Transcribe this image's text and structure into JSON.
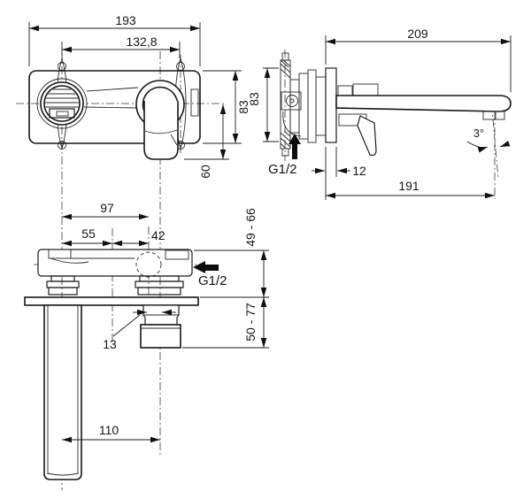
{
  "colors": {
    "line": "#1c1c1c",
    "background": "#ffffff"
  },
  "views": {
    "front": {
      "dims": {
        "overall_width": "193",
        "hole_spacing": "132,8",
        "plate_height": "83",
        "handle_drop": "60"
      }
    },
    "side": {
      "dims": {
        "spout_reach": "209",
        "plate_height": "83",
        "plate_thickness": "12",
        "outlet_distance": "191",
        "spout_angle": "3°"
      },
      "labels": {
        "inlet_thread": "G1/2"
      }
    },
    "top": {
      "dims": {
        "spout_to_valve": "97",
        "spout_to_mid": "55",
        "mid_to_valve": "42",
        "axis_offset": "13",
        "spout_to_handle": "110",
        "depth_range_in": "49 - 66",
        "depth_range_out": "50 - 77"
      },
      "labels": {
        "inlet_thread": "G1/2"
      }
    }
  }
}
